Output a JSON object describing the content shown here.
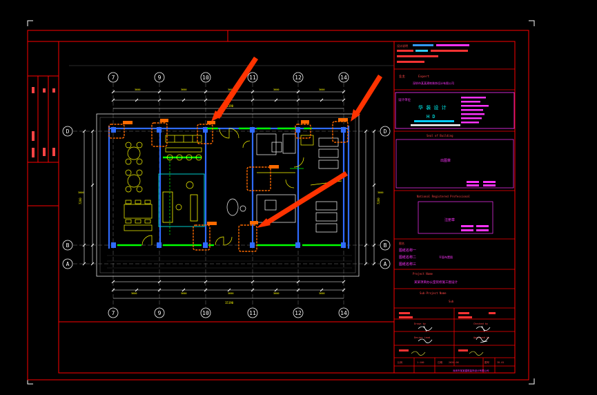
{
  "axes": {
    "top": [
      "7",
      "9",
      "10",
      "11",
      "12",
      "14"
    ],
    "bottom": [
      "7",
      "9",
      "10",
      "11",
      "12",
      "14"
    ],
    "left": [
      "D",
      "B",
      "A"
    ],
    "right": [
      "D",
      "B",
      "A"
    ]
  },
  "dimensions": {
    "top_overall": "15190",
    "bottom_overall": "15190",
    "left_vertical": "7200",
    "right_vertical": "7200"
  },
  "title_block": {
    "notes_header": "设计说明",
    "client_label": "业主",
    "client_value": "Expert",
    "company_name": "深圳市某某建筑装饰设计有限公司",
    "design_label": "设计单位",
    "design_name": "华 装 设 计",
    "design_name_en": "H D",
    "seal_label": "Seal of Building",
    "seal_text": "出图章",
    "reg_label": "National Registered Professional",
    "reg_text": "注册章",
    "title_label": "图名",
    "drawing_title_1": "图纸名称一",
    "drawing_title_2": "图纸名称二",
    "drawing_title_3": "图纸名称三",
    "plan_title": "平面布置图",
    "project_label": "Project Name",
    "project_name": "某某项目办公室装修施工图设计",
    "sub_project_label": "Sub-Project Name",
    "sub_project_value": "Sub",
    "drawn_by_label": "Drawn by",
    "checked_by_label": "Checked by",
    "designed_by_label": "Design Lead",
    "approved_by_label": "Approved by",
    "scale_label": "比例",
    "scale_value": "1:100",
    "date_label": "日期",
    "date_value": "2020.06",
    "sheet_label": "图号",
    "sheet_value": "ID-01",
    "footer_text": "深圳市某某建筑装饰设计有限公司"
  },
  "colors": {
    "frame": "#ff0000",
    "walls": "#0000ff",
    "glass": "#00ff00",
    "furniture": "#ffff00",
    "dims": "#ffffff",
    "magenta": "#ff00ff",
    "cyan": "#00ffff",
    "arrow": "#ff3300",
    "highlight": "#ff6a00"
  }
}
